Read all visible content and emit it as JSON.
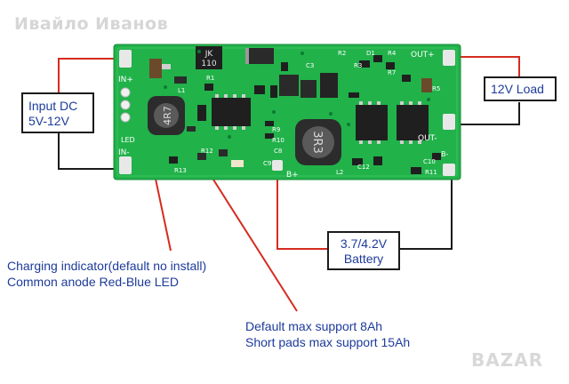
{
  "watermark": "Ивайло Иванов",
  "logo_text": "BAZAR",
  "boxes": {
    "input": [
      "Input DC",
      "5V-12V"
    ],
    "load": "12V Load",
    "battery": [
      "3.7/4.2V",
      "Battery"
    ]
  },
  "annotations": {
    "charging": [
      "Charging indicator(default no install)",
      "Common anode Red-Blue LED"
    ],
    "default_support": [
      "Default max support 8Ah",
      "Short pads max support 15Ah"
    ]
  },
  "pcb_labels": {
    "in_plus": "IN+",
    "in_minus": "IN-",
    "led": "LED",
    "out_plus": "OUT+",
    "out_minus": "OUT-",
    "b_plus": "B+",
    "b_minus": "B-",
    "jk": "JK",
    "jk_num": "110",
    "inductor1": "4R7",
    "inductor2": "3R3",
    "designators": [
      "L1",
      "R13",
      "R12",
      "R1",
      "D1",
      "R4",
      "R7",
      "R9",
      "R10",
      "C8",
      "L2",
      "C12",
      "C10",
      "R11",
      "C9",
      "R5",
      "R2",
      "R3",
      "C3"
    ]
  },
  "colors": {
    "pcb": "#21b24a",
    "wire_red": "#d62b1f",
    "wire_black": "#1b1b1b",
    "text_blue": "#1d3b9a"
  }
}
